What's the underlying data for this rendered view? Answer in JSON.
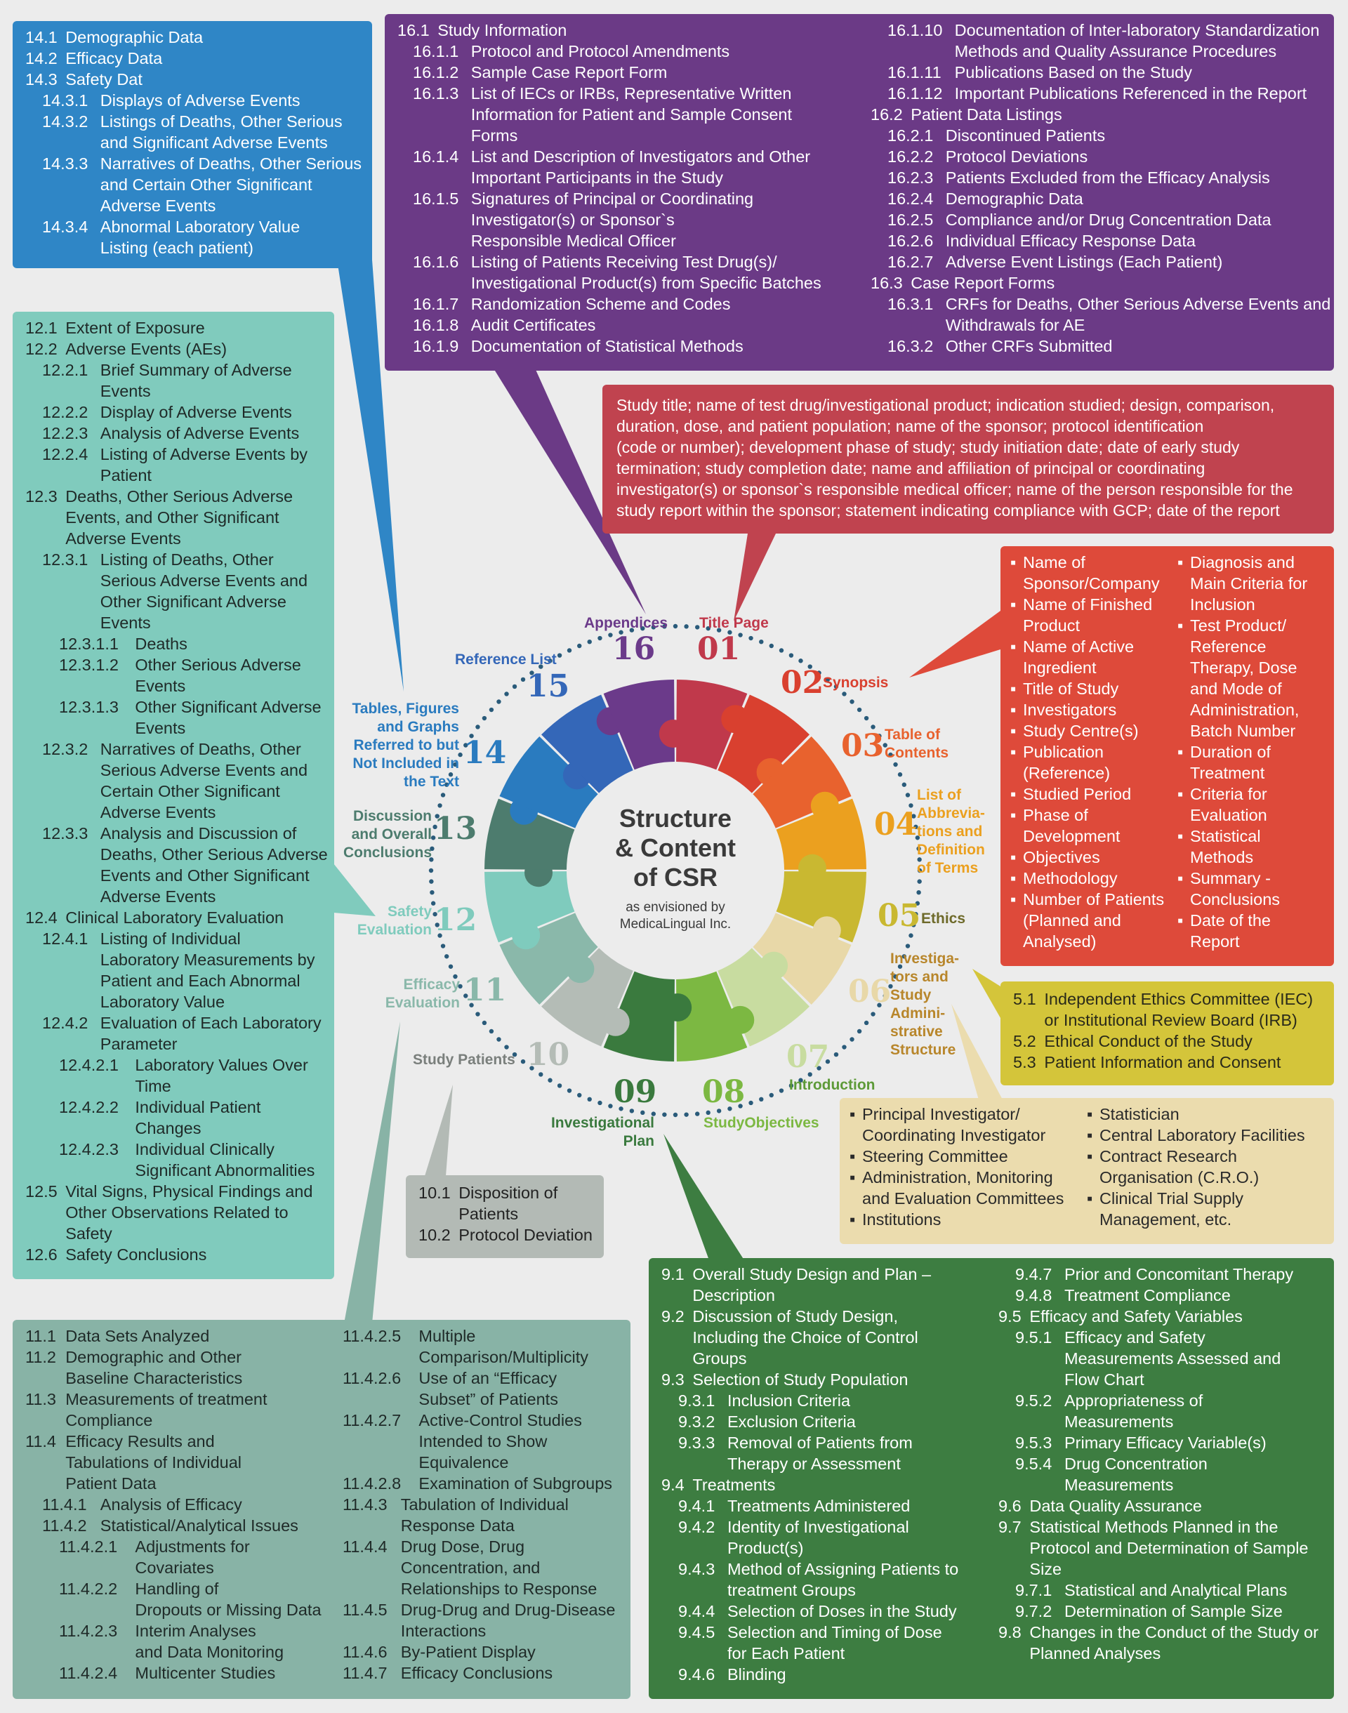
{
  "center": {
    "title_lines": [
      "Structure",
      "& Content",
      "of CSR"
    ],
    "subtitle_lines": [
      "as envisioned by",
      "MedicaLingual Inc."
    ]
  },
  "sections": [
    {
      "num": "01",
      "label": "Title Page",
      "color": "#c0394b"
    },
    {
      "num": "02",
      "label": "Synopsis",
      "color": "#d9402f"
    },
    {
      "num": "03",
      "label": "Table of Contents",
      "color": "#e8622e"
    },
    {
      "num": "04",
      "label": "List of Abbrevia-tions and Definition of Terms",
      "color": "#eba01f"
    },
    {
      "num": "05",
      "label": "Ethics",
      "color": "#c9b831"
    },
    {
      "num": "06",
      "label": "Investiga-tors and Study Admini-strative Structure",
      "color": "#e8d8a8"
    },
    {
      "num": "07",
      "label": "Introduction",
      "color": "#c8dca0"
    },
    {
      "num": "08",
      "label": "StudyObjectives",
      "color": "#7cb842"
    },
    {
      "num": "09",
      "label": "Investigational Plan",
      "color": "#3a7a3e"
    },
    {
      "num": "10",
      "label": "Study Patients",
      "color": "#b4bcb6"
    },
    {
      "num": "11",
      "label": "Efficacy Evaluation",
      "color": "#8ab8aa"
    },
    {
      "num": "12",
      "label": "Safety Evaluation",
      "color": "#7fcbbd"
    },
    {
      "num": "13",
      "label": "Discussion and Overall Conclusions",
      "color": "#4d7c6e"
    },
    {
      "num": "14",
      "label": "Tables, Figures and Graphs Referred to but Not Included in the Text",
      "color": "#2a7bbf"
    },
    {
      "num": "15",
      "label": "Reference List",
      "color": "#3467b8"
    },
    {
      "num": "16",
      "label": "Appendices",
      "color": "#6b3a8a"
    }
  ],
  "boxes": {
    "box14": {
      "color": "#2f86c6",
      "lines": [
        [
          "14.1",
          "Demographic Data"
        ],
        [
          "14.2",
          "Efficacy Data"
        ],
        [
          "14.3",
          "Safety Dat"
        ],
        [
          "14.3.1",
          "Displays of Adverse Events"
        ],
        [
          "14.3.2",
          "Listings of Deaths, Other Serious"
        ],
        [
          "",
          "and Significant Adverse Events"
        ],
        [
          "14.3.3",
          "Narratives of Deaths, Other Serious"
        ],
        [
          "",
          "and Certain Other Significant"
        ],
        [
          "",
          "Adverse Events"
        ],
        [
          "14.3.4",
          "Abnormal Laboratory Value"
        ],
        [
          "",
          "Listing (each patient)"
        ]
      ]
    },
    "box16a": {
      "color": "#6b3a86",
      "lines": [
        [
          "16.1",
          "Study Information"
        ],
        [
          "16.1.1",
          "Protocol and Protocol Amendments"
        ],
        [
          "16.1.2",
          "Sample Case Report Form"
        ],
        [
          "16.1.3",
          "List of IECs or IRBs, Representative Written"
        ],
        [
          "",
          "Information for Patient and Sample Consent"
        ],
        [
          "",
          "Forms"
        ],
        [
          "16.1.4",
          "List and Description of Investigators and Other"
        ],
        [
          "",
          "Important Participants in the Study"
        ],
        [
          "16.1.5",
          "Signatures of Principal or Coordinating"
        ],
        [
          "",
          "Investigator(s) or Sponsor`s"
        ],
        [
          "",
          "Responsible Medical Officer"
        ],
        [
          "16.1.6",
          "Listing of Patients Receiving Test Drug(s)/"
        ],
        [
          "",
          "Investigational Product(s) from Specific Batches"
        ],
        [
          "16.1.7",
          "Randomization Scheme and Codes"
        ],
        [
          "16.1.8",
          "Audit Certificates"
        ],
        [
          "16.1.9",
          "Documentation of Statistical Methods"
        ]
      ]
    },
    "box16b": {
      "lines": [
        [
          "16.1.10",
          "Documentation of Inter-laboratory Standardization"
        ],
        [
          "",
          "Methods and Quality Assurance Procedures"
        ],
        [
          "16.1.11",
          "Publications Based on the Study"
        ],
        [
          "16.1.12",
          "Important Publications Referenced in the Report"
        ],
        [
          "16.2",
          "Patient Data Listings"
        ],
        [
          "16.2.1",
          "Discontinued Patients"
        ],
        [
          "16.2.2",
          "Protocol Deviations"
        ],
        [
          "16.2.3",
          "Patients Excluded from the Efficacy Analysis"
        ],
        [
          "16.2.4",
          "Demographic Data"
        ],
        [
          "16.2.5",
          "Compliance and/or Drug Concentration Data"
        ],
        [
          "16.2.6",
          "Individual Efficacy Response Data"
        ],
        [
          "16.2.7",
          "Adverse Event Listings (Each Patient)"
        ],
        [
          "16.3",
          "Case Report Forms"
        ],
        [
          "16.3.1",
          "CRFs for Deaths, Other Serious Adverse Events and"
        ],
        [
          "",
          "Withdrawals for AE"
        ],
        [
          "16.3.2",
          "Other CRFs Submitted"
        ]
      ]
    },
    "box01": {
      "color": "#c0434f",
      "lines": [
        "Study title; name of test drug/investigational product; indication studied; design, comparison,",
        "duration, dose, and patient population; name of the sponsor; protocol identification",
        "(code or number); development phase of study; study initiation date; date of early study",
        "termination; study completion date; name and affiliation of principal or coordinating",
        "investigator(s) or sponsor`s responsible medical officer; name of the person responsible for the",
        "study report within the sponsor; statement indicating compliance with GCP; date of the report"
      ]
    },
    "box02": {
      "color": "#de4a3a",
      "col1": [
        [
          "▪",
          "Name of"
        ],
        [
          "",
          "Sponsor/Company"
        ],
        [
          "▪",
          "Name of Finished"
        ],
        [
          "",
          "Product"
        ],
        [
          "▪",
          "Name of Active"
        ],
        [
          "",
          "Ingredient"
        ],
        [
          "▪",
          "Title of Study"
        ],
        [
          "▪",
          "Investigators"
        ],
        [
          "▪",
          "Study Centre(s)"
        ],
        [
          "▪",
          "Publication"
        ],
        [
          "",
          "(Reference)"
        ],
        [
          "▪",
          "Studied Period"
        ],
        [
          "▪",
          "Phase of"
        ],
        [
          "",
          "Development"
        ],
        [
          "▪",
          "Objectives"
        ],
        [
          "▪",
          "Methodology"
        ],
        [
          "▪",
          "Number of Patients"
        ],
        [
          "",
          "(Planned and"
        ],
        [
          "",
          "Analysed)"
        ]
      ],
      "col2": [
        [
          "▪",
          "Diagnosis and"
        ],
        [
          "",
          "Main Criteria for"
        ],
        [
          "",
          "Inclusion"
        ],
        [
          "▪",
          "Test Product/"
        ],
        [
          "",
          "Reference"
        ],
        [
          "",
          "Therapy, Dose"
        ],
        [
          "",
          "and Mode of"
        ],
        [
          "",
          "Administration,"
        ],
        [
          "",
          "Batch Number"
        ],
        [
          "▪",
          "Duration of"
        ],
        [
          "",
          "Treatment"
        ],
        [
          "▪",
          "Criteria for"
        ],
        [
          "",
          "Evaluation"
        ],
        [
          "▪",
          "Statistical"
        ],
        [
          "",
          "Methods"
        ],
        [
          "▪",
          "Summary -"
        ],
        [
          "",
          "Conclusions"
        ],
        [
          "▪",
          "Date of the"
        ],
        [
          "",
          "Report"
        ]
      ]
    },
    "box05": {
      "color": "#d4c53a",
      "lines": [
        [
          "5.1",
          "Independent Ethics Committee (IEC)"
        ],
        [
          "",
          "or Institutional Review Board (IRB)"
        ],
        [
          "5.2",
          "Ethical Conduct of the Study"
        ],
        [
          "5.3",
          "Patient Information and Consent"
        ]
      ]
    },
    "box06": {
      "color": "#ebdcae",
      "col1": [
        [
          "▪",
          "Principal Investigator/"
        ],
        [
          "",
          "Coordinating Investigator"
        ],
        [
          "▪",
          "Steering Committee"
        ],
        [
          "▪",
          "Administration, Monitoring"
        ],
        [
          "",
          "and Evaluation Committees"
        ],
        [
          "▪",
          "Institutions"
        ]
      ],
      "col2": [
        [
          "▪",
          "Statistician"
        ],
        [
          "▪",
          "Central Laboratory Facilities"
        ],
        [
          "▪",
          "Contract Research"
        ],
        [
          "",
          "Organisation (C.R.O.)"
        ],
        [
          "▪",
          "Clinical Trial Supply"
        ],
        [
          "",
          "Management, etc."
        ]
      ]
    },
    "box12": {
      "color": "#80cbbd",
      "lines": [
        [
          "12.1",
          "Extent of Exposure"
        ],
        [
          "12.2",
          "Adverse Events (AEs)"
        ],
        [
          "12.2.1",
          "Brief Summary of Adverse"
        ],
        [
          "",
          "Events"
        ],
        [
          "12.2.2",
          "Display of Adverse Events"
        ],
        [
          "12.2.3",
          "Analysis of Adverse Events"
        ],
        [
          "12.2.4",
          "Listing of Adverse Events by"
        ],
        [
          "",
          "Patient"
        ],
        [
          "12.3",
          "Deaths, Other Serious Adverse"
        ],
        [
          "",
          "Events, and Other Significant"
        ],
        [
          "",
          "Adverse Events"
        ],
        [
          "12.3.1",
          "Listing of Deaths, Other"
        ],
        [
          "",
          "Serious Adverse Events and"
        ],
        [
          "",
          "Other Significant Adverse"
        ],
        [
          "",
          "Events"
        ],
        [
          "12.3.1.1",
          "Deaths"
        ],
        [
          "12.3.1.2",
          "Other Serious Adverse"
        ],
        [
          "",
          "Events"
        ],
        [
          "12.3.1.3",
          "Other Significant Adverse"
        ],
        [
          "",
          "Events"
        ],
        [
          "12.3.2",
          "Narratives of Deaths, Other"
        ],
        [
          "",
          "Serious Adverse Events and"
        ],
        [
          "",
          "Certain Other Significant"
        ],
        [
          "",
          "Adverse Events"
        ],
        [
          "12.3.3",
          "Analysis and Discussion of"
        ],
        [
          "",
          "Deaths, Other Serious Adverse"
        ],
        [
          "",
          "Events and Other Significant"
        ],
        [
          "",
          "Adverse Events"
        ],
        [
          "12.4",
          "Clinical Laboratory Evaluation"
        ],
        [
          "12.4.1",
          "Listing of Individual"
        ],
        [
          "",
          "Laboratory Measurements by"
        ],
        [
          "",
          "Patient and Each Abnormal"
        ],
        [
          "",
          "Laboratory Value"
        ],
        [
          "12.4.2",
          "Evaluation of Each Laboratory"
        ],
        [
          "",
          "Parameter"
        ],
        [
          "12.4.2.1",
          "Laboratory Values Over"
        ],
        [
          "",
          "Time"
        ],
        [
          "12.4.2.2",
          "Individual Patient"
        ],
        [
          "",
          "Changes"
        ],
        [
          "12.4.2.3",
          "Individual Clinically"
        ],
        [
          "",
          "Significant Abnormalities"
        ],
        [
          "12.5",
          "Vital Signs, Physical Findings and"
        ],
        [
          "",
          "Other Observations Related to"
        ],
        [
          "",
          "Safety"
        ],
        [
          "12.6",
          "Safety Conclusions"
        ]
      ]
    },
    "box10": {
      "color": "#b3bab5",
      "lines": [
        [
          "10.1",
          "Disposition of"
        ],
        [
          "",
          "Patients"
        ],
        [
          "10.2",
          "Protocol Deviation"
        ]
      ]
    },
    "box11": {
      "color": "#88b3a6",
      "col1": [
        [
          "11.1",
          "Data Sets Analyzed"
        ],
        [
          "11.2",
          "Demographic and Other"
        ],
        [
          "",
          "Baseline Characteristics"
        ],
        [
          "11.3",
          "Measurements of treatment"
        ],
        [
          "",
          "Compliance"
        ],
        [
          "11.4",
          "Efficacy Results and"
        ],
        [
          "",
          "Tabulations of Individual"
        ],
        [
          "",
          "Patient Data"
        ],
        [
          "11.4.1",
          "Analysis of Efficacy"
        ],
        [
          "11.4.2",
          "Statistical/Analytical Issues"
        ],
        [
          "11.4.2.1",
          "Adjustments for"
        ],
        [
          "",
          "Covariates"
        ],
        [
          "11.4.2.2",
          "Handling of"
        ],
        [
          "",
          "Dropouts or Missing Data"
        ],
        [
          "11.4.2.3",
          "Interim Analyses"
        ],
        [
          "",
          "and Data Monitoring"
        ],
        [
          "11.4.2.4",
          "Multicenter Studies"
        ]
      ],
      "col2": [
        [
          "11.4.2.5",
          "Multiple"
        ],
        [
          "",
          "Comparison/Multiplicity"
        ],
        [
          "11.4.2.6",
          "Use of an “Efficacy"
        ],
        [
          "",
          "Subset” of Patients"
        ],
        [
          "11.4.2.7",
          "Active-Control Studies"
        ],
        [
          "",
          "Intended to Show"
        ],
        [
          "",
          "Equivalence"
        ],
        [
          "11.4.2.8",
          "Examination of Subgroups"
        ],
        [
          "11.4.3",
          "Tabulation of Individual"
        ],
        [
          "",
          "Response Data"
        ],
        [
          "11.4.4",
          "Drug Dose, Drug"
        ],
        [
          "",
          "Concentration, and"
        ],
        [
          "",
          "Relationships to Response"
        ],
        [
          "11.4.5",
          "Drug-Drug and Drug-Disease"
        ],
        [
          "",
          "Interactions"
        ],
        [
          "11.4.6",
          "By-Patient Display"
        ],
        [
          "11.4.7",
          "Efficacy Conclusions"
        ]
      ]
    },
    "box09": {
      "color": "#3d7d41",
      "col1": [
        [
          "9.1",
          "Overall Study Design and Plan –"
        ],
        [
          "",
          "Description"
        ],
        [
          "9.2",
          "Discussion of Study Design,"
        ],
        [
          "",
          "Including the Choice of Control"
        ],
        [
          "",
          "Groups"
        ],
        [
          "9.3",
          "Selection of Study Population"
        ],
        [
          "9.3.1",
          "Inclusion Criteria"
        ],
        [
          "9.3.2",
          "Exclusion Criteria"
        ],
        [
          "9.3.3",
          "Removal of Patients from"
        ],
        [
          "",
          "Therapy or Assessment"
        ],
        [
          "9.4",
          "Treatments"
        ],
        [
          "9.4.1",
          "Treatments Administered"
        ],
        [
          "9.4.2",
          "Identity of Investigational"
        ],
        [
          "",
          "Product(s)"
        ],
        [
          "9.4.3",
          "Method of Assigning Patients to"
        ],
        [
          "",
          "treatment Groups"
        ],
        [
          "9.4.4",
          "Selection of Doses in the Study"
        ],
        [
          "9.4.5",
          "Selection and Timing of Dose"
        ],
        [
          "",
          "for Each Patient"
        ],
        [
          "9.4.6",
          "Blinding"
        ]
      ],
      "col2": [
        [
          "9.4.7",
          "Prior and Concomitant Therapy"
        ],
        [
          "9.4.8",
          "Treatment Compliance"
        ],
        [
          "9.5",
          "Efficacy and Safety Variables"
        ],
        [
          "9.5.1",
          "Efficacy and Safety"
        ],
        [
          "",
          "Measurements Assessed and"
        ],
        [
          "",
          "Flow Chart"
        ],
        [
          "9.5.2",
          "Appropriateness of"
        ],
        [
          "",
          "Measurements"
        ],
        [
          "9.5.3",
          "Primary Efficacy Variable(s)"
        ],
        [
          "9.5.4",
          "Drug Concentration"
        ],
        [
          "",
          "Measurements"
        ],
        [
          "9.6",
          "Data Quality Assurance"
        ],
        [
          "9.7",
          "Statistical Methods Planned in the"
        ],
        [
          "",
          "Protocol and Determination of Sample"
        ],
        [
          "",
          "Size"
        ],
        [
          "9.7.1",
          "Statistical and Analytical Plans"
        ],
        [
          "9.7.2",
          "Determination of Sample Size"
        ],
        [
          "9.8",
          "Changes in the Conduct of the Study or"
        ],
        [
          "",
          "Planned Analyses"
        ]
      ]
    }
  }
}
